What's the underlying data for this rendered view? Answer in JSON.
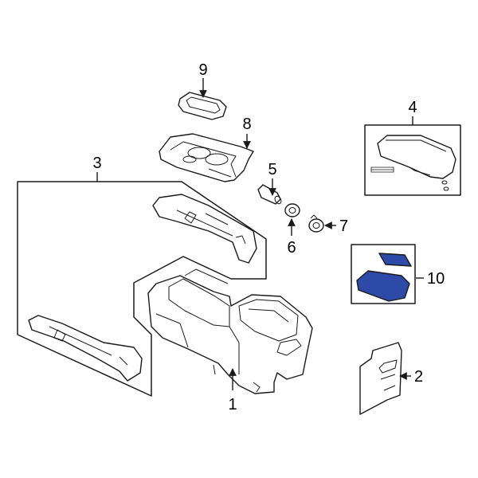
{
  "callouts": [
    {
      "id": "1",
      "text": "1"
    },
    {
      "id": "2",
      "text": "2"
    },
    {
      "id": "3",
      "text": "3"
    },
    {
      "id": "4",
      "text": "4"
    },
    {
      "id": "5",
      "text": "5"
    },
    {
      "id": "6",
      "text": "6"
    },
    {
      "id": "7",
      "text": "7"
    },
    {
      "id": "8",
      "text": "8"
    },
    {
      "id": "9",
      "text": "9"
    },
    {
      "id": "10",
      "text": "10"
    }
  ],
  "colors": {
    "highlight": "#2d4aa8",
    "outline": "#1a1a1a",
    "background": "#ffffff"
  }
}
